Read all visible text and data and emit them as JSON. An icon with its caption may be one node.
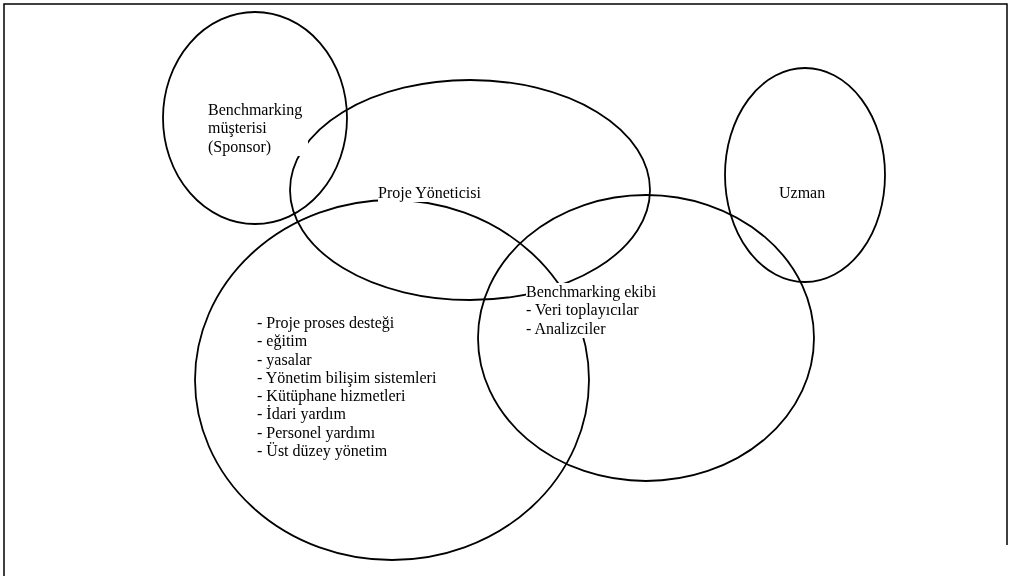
{
  "diagram": {
    "nodes": [
      {
        "text": [
          "- Proje proses desteği",
          "- eğitim",
          "- yasalar",
          "- Yönetim bilişim sistemleri",
          "- Kütüphane hizmetleri",
          "- İdari yardım",
          "- Personel yardımı",
          "- Üst düzey yönetim"
        ]
      },
      {
        "text": [
          "Benchmarking müşterisi (Sponsor)"
        ]
      },
      {
        "text": [
          "Uzman"
        ]
      },
      {
        "text": [
          "Proje Yöneticisi"
        ]
      },
      {
        "text": [
          "Benchmarking ekibi",
          "- Veri toplayıcılar",
          "- Analizciler"
        ]
      }
    ]
  }
}
